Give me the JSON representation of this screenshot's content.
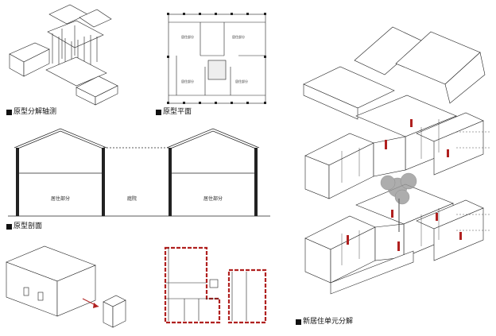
{
  "captions": {
    "axon": "原型分解轴测",
    "plan": "原型平面",
    "section": "原型剖面",
    "new_unit": "新居住单元分解"
  },
  "section_labels": {
    "left": "居住部分",
    "middle": "庭院",
    "right": "居住部分"
  },
  "plan_rooms": {
    "r1": "居住部分",
    "r2": "居住部分",
    "r3": "居住部分",
    "r4": "居住部分"
  },
  "colors": {
    "line": "#222222",
    "accent": "#b0201f"
  }
}
